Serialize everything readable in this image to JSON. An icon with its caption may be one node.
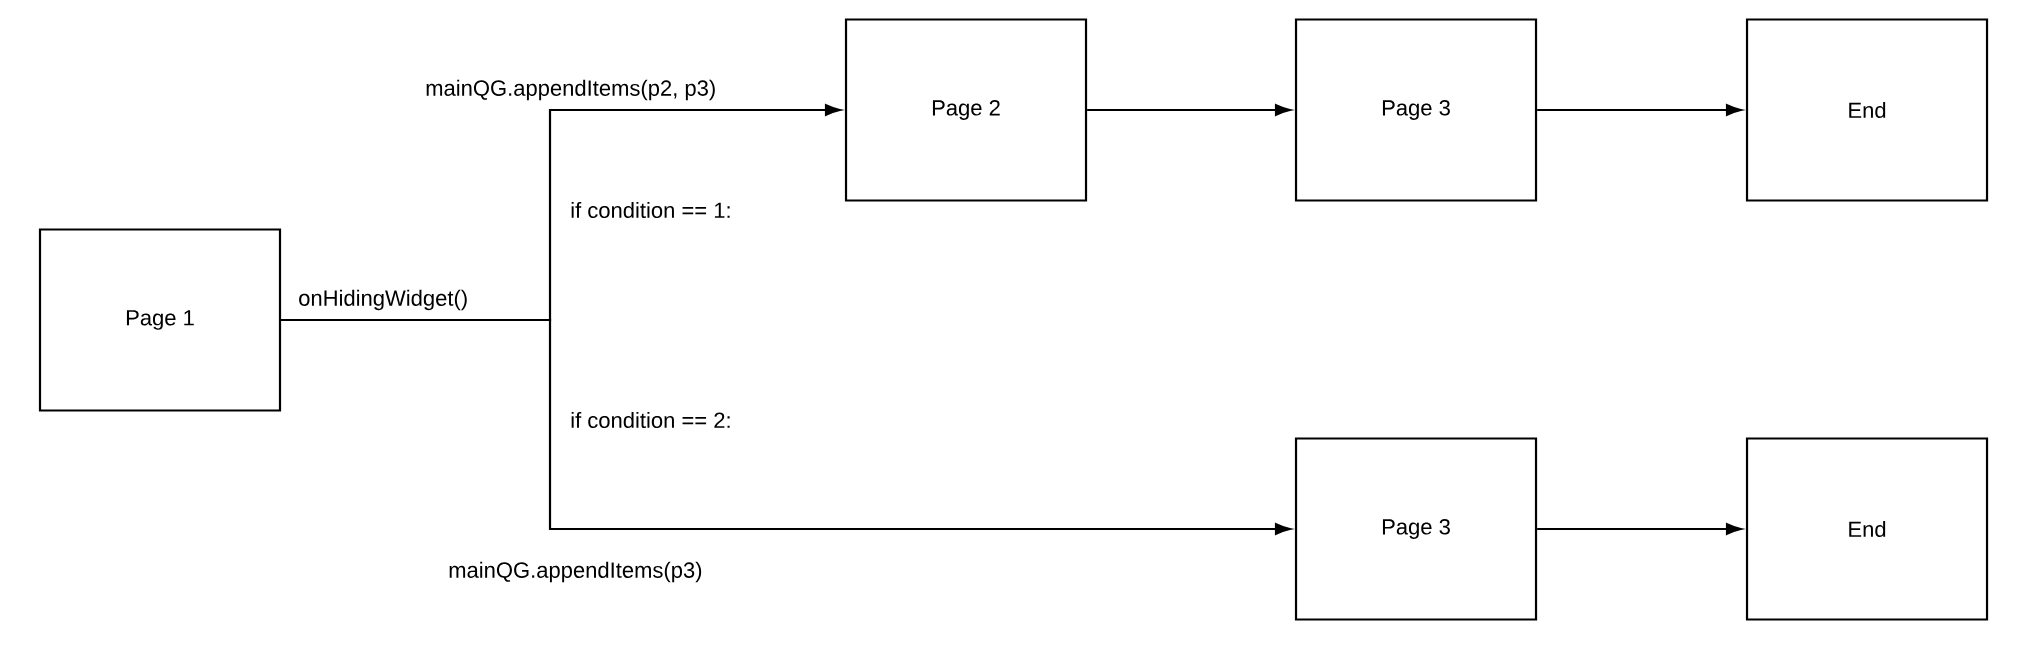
{
  "diagram": {
    "nodes": [
      {
        "text": [
          "Page 1"
        ]
      },
      {
        "text": [
          "Page 2"
        ]
      },
      {
        "text": [
          "Page 3"
        ]
      },
      {
        "text": [
          "End"
        ]
      },
      {
        "text": [
          "Page 3"
        ]
      },
      {
        "text": [
          "End"
        ]
      }
    ],
    "edges": [
      {
        "from": 0,
        "to": 1,
        "arrow": "to",
        "label": "mainQG.appendItems(p2, p3)"
      },
      {
        "from": 0,
        "to": 4,
        "arrow": "to",
        "label": "mainQG.appendItems(p3)"
      },
      {
        "from": 1,
        "to": 2,
        "arrow": "to"
      },
      {
        "from": 2,
        "to": 3,
        "arrow": "to"
      },
      {
        "from": 4,
        "to": 5,
        "arrow": "to"
      }
    ],
    "labels": [
      "onHidingWidget()",
      "if condition == 1:",
      "if condition == 2:"
    ]
  }
}
